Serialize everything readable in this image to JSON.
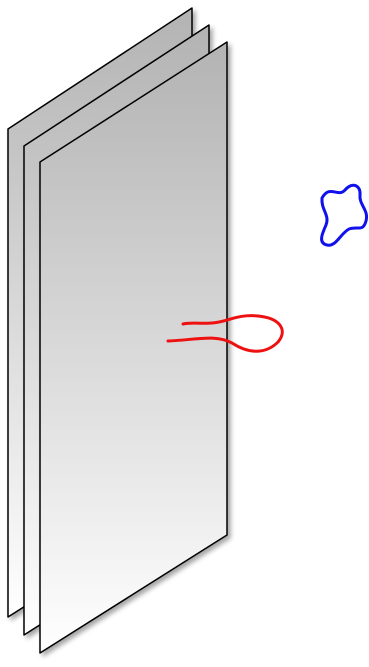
{
  "diagram": {
    "sheet_count": 3,
    "sheet_fill_top": "#b3b3b3",
    "sheet_fill_bottom": "#ffffff",
    "sheet_stroke": "#000000",
    "curves": [
      {
        "name": "red-curve",
        "color": "#ee1111"
      },
      {
        "name": "blue-curve",
        "color": "#1111ee"
      }
    ]
  }
}
